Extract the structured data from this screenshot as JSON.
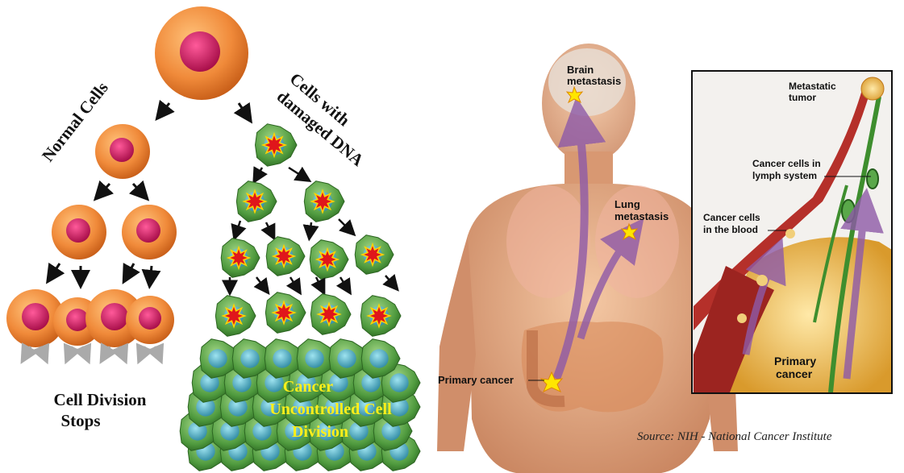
{
  "left_panel": {
    "normal_cells_label": "Normal Cells",
    "damaged_cells_label_line1": "Cells with",
    "damaged_cells_label_line2": "damaged DNA",
    "cell_division_stops_line1": "Cell Division",
    "cell_division_stops_line2": "Stops",
    "cancer_label_line1": "Cancer",
    "cancer_label_line2": "Uncontrolled Cell",
    "cancer_label_line3": "Division",
    "colors": {
      "normal_cell_outer": "#f08a3a",
      "normal_cell_nucleus": "#d0125a",
      "cancer_cell": "#4f9a3e",
      "cancer_nucleus": "#4fb3c8",
      "dna_damage_mark": "#e0161b",
      "cancer_text": "#ffef1a"
    }
  },
  "body_panel": {
    "brain_label_line1": "Brain",
    "brain_label_line2": "metastasis",
    "lung_label_line1": "Lung",
    "lung_label_line2": "metastasis",
    "primary_label": "Primary cancer",
    "colors": {
      "skin": "#e8b08a",
      "arrow": "#8e5aa8",
      "star": "#ffe600"
    }
  },
  "inset_panel": {
    "metastatic_line1": "Metastatic",
    "metastatic_line2": "tumor",
    "lymph_line1": "Cancer cells in",
    "lymph_line2": "lymph system",
    "blood_line1": "Cancer cells",
    "blood_line2": "in the blood",
    "primary_line1": "Primary",
    "primary_line2": "cancer",
    "colors": {
      "vessel": "#c0392b",
      "lymph": "#3e8e2e",
      "tumor": "#e8b94a"
    }
  },
  "source": "Source: NIH - National Cancer Institute"
}
